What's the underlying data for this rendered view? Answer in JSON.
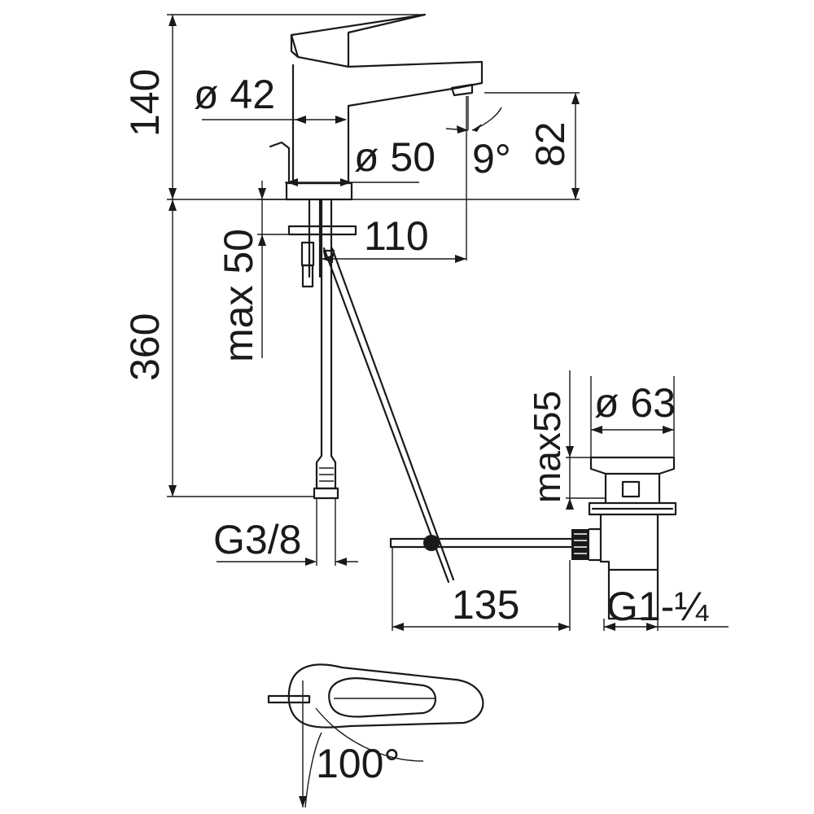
{
  "dimensions": {
    "total_height": "140",
    "body_diameter": "ø 42",
    "base_diameter": "ø 50",
    "spout_angle": "9°",
    "spout_height": "82",
    "spout_reach": "110",
    "max_thickness": "max 50",
    "hose_length": "360",
    "hose_connection": "G3/8",
    "waste_diameter": "ø 63",
    "waste_max_thickness": "max55",
    "rod_length": "135",
    "waste_thread": "G1-¼",
    "lever_rotation": "100°"
  }
}
